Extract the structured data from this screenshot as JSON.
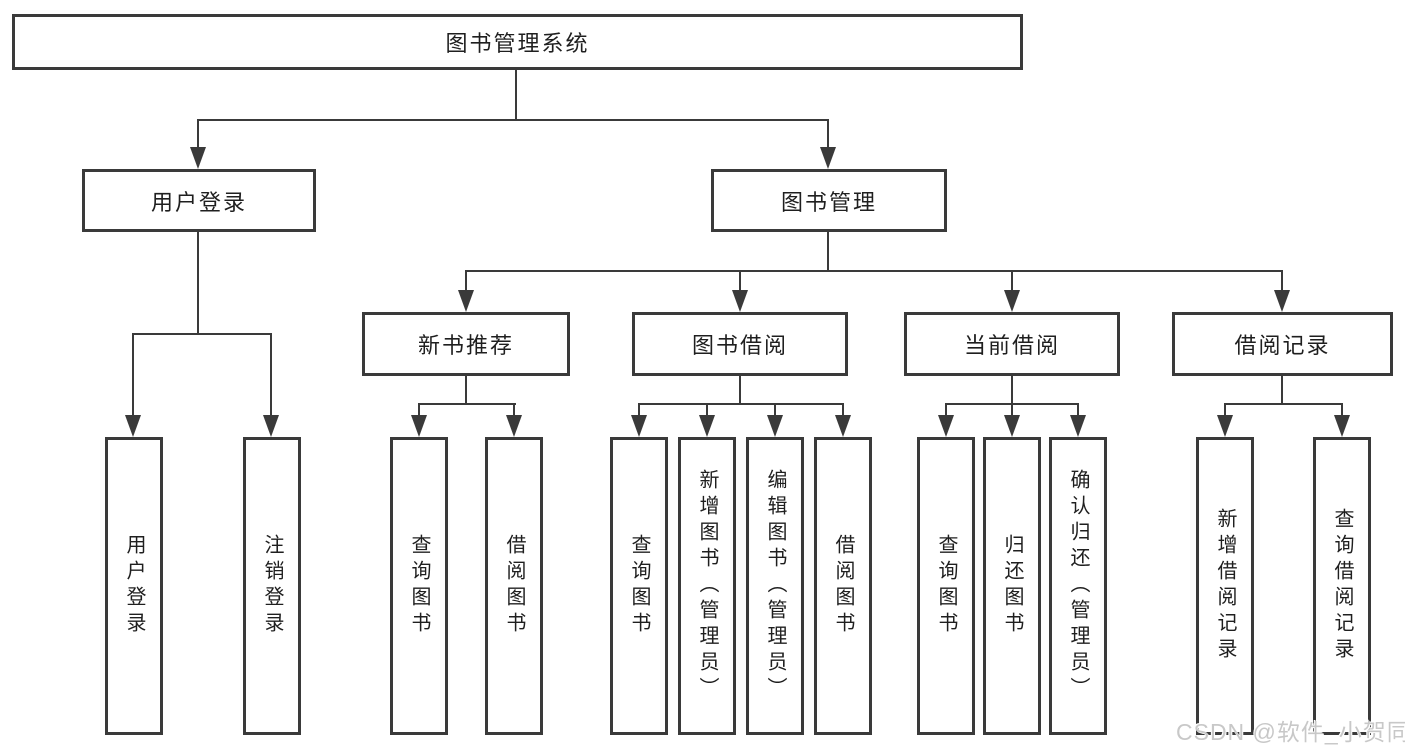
{
  "tree": {
    "root": "图书管理系统",
    "branches": [
      {
        "label": "用户登录",
        "children": [
          "用户登录",
          "注销登录"
        ]
      },
      {
        "label": "图书管理",
        "groups": [
          {
            "label": "新书推荐",
            "children": [
              "查询图书",
              "借阅图书"
            ]
          },
          {
            "label": "图书借阅",
            "children": [
              "查询图书",
              "新增图书（管理员）",
              "编辑图书（管理员）",
              "借阅图书"
            ]
          },
          {
            "label": "当前借阅",
            "children": [
              "查询图书",
              "归还图书",
              "确认归还（管理员）"
            ]
          },
          {
            "label": "借阅记录",
            "children": [
              "新增借阅记录",
              "查询借阅记录"
            ]
          }
        ]
      }
    ]
  },
  "watermark": "CSDN @软件_小贺同学",
  "colors": {
    "line": "#3a3a3a",
    "text": "#1f1f1f",
    "watermark": "#c8c8c8",
    "background": "#ffffff"
  }
}
